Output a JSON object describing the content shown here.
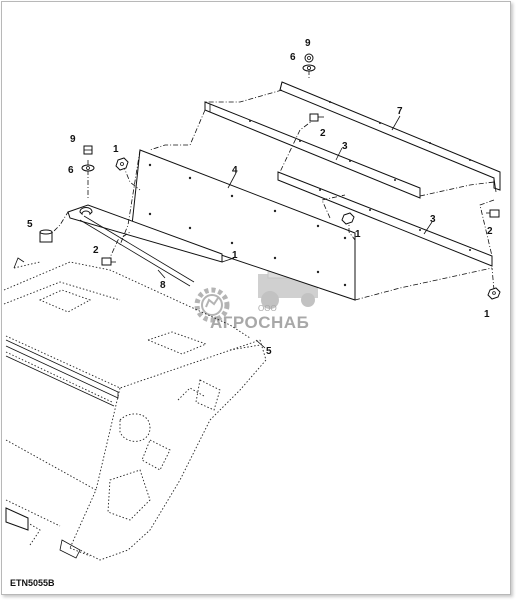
{
  "figure": {
    "code": "ETN5055B",
    "callouts": {
      "c9_top": "9",
      "c6_top": "6",
      "c7": "7",
      "c2_top": "2",
      "c3_top": "3",
      "c9_left": "9",
      "c1_left": "1",
      "c6_left": "6",
      "c4": "4",
      "c5_left": "5",
      "c1_mid": "1",
      "c3_right": "3",
      "c2_right": "2",
      "c2_left": "2",
      "c1_center": "1",
      "c8": "8",
      "c1_right": "1",
      "c5_frame": "5"
    }
  },
  "watermark": {
    "prefix": "ООО",
    "name": "АГРОСНАБ"
  }
}
